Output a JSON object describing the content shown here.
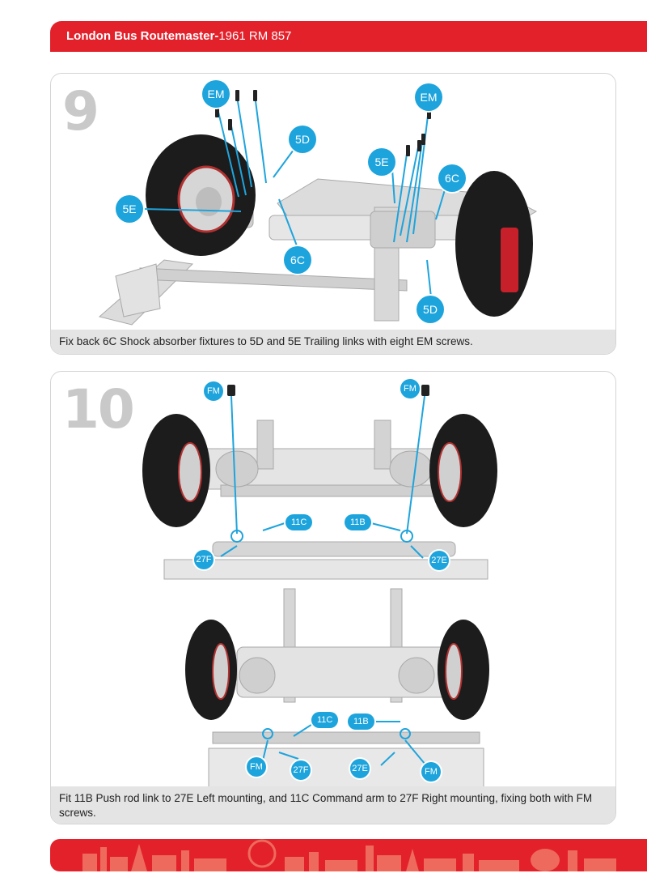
{
  "header": {
    "title_bold": "London Bus Routemaster-",
    "title_rest": "1961 RM 857"
  },
  "colors": {
    "brand_red": "#e3212b",
    "callout_blue": "#1ea4dc",
    "caption_gray": "#e4e4e4",
    "step_gray": "#c9c9c9"
  },
  "step9": {
    "number": "9",
    "caption": "Fix back 6C Shock absorber fixtures to 5D and 5E Trailing links with eight EM screws.",
    "labels": {
      "em_left": "EM",
      "em_right": "EM",
      "d5_top": "5D",
      "d5_bottom": "5D",
      "e5_left": "5E",
      "e5_right": "5E",
      "c6_left": "6C",
      "c6_right": "6C"
    }
  },
  "step10": {
    "number": "10",
    "caption": "Fit 11B Push rod link to 27E Left mounting, and 11C Command arm to 27F Right mounting, fixing both with FM screws.",
    "labels": {
      "fm_top_left": "FM",
      "fm_top_right": "FM",
      "c11_top": "11C",
      "b11_top": "11B",
      "f27_top": "27F",
      "e27_top": "27E",
      "c11_bottom": "11C",
      "b11_bottom": "11B",
      "fm_bottom_left": "FM",
      "fm_bottom_right": "FM",
      "f27_bottom": "27F",
      "e27_bottom": "27E"
    }
  },
  "footer": {
    "icon": "london-skyline-icon"
  }
}
